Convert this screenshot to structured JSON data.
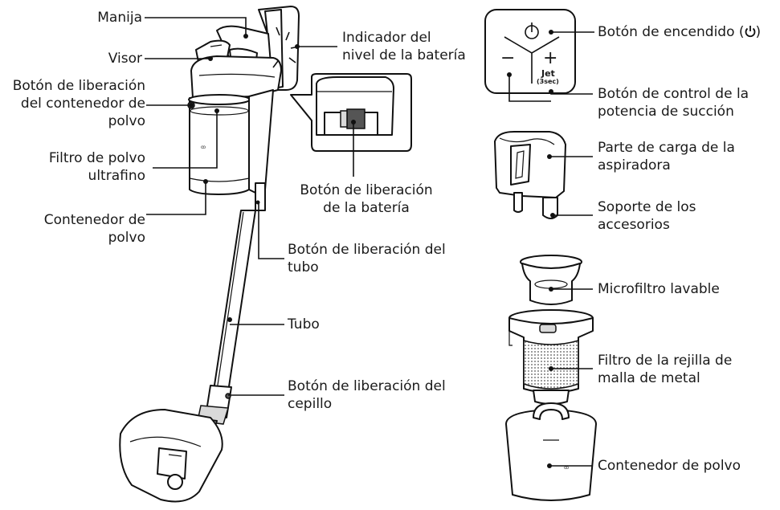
{
  "labels": {
    "manija": "Manija",
    "visor": "Visor",
    "boton_liberacion_contenedor": [
      "Botón de liberación",
      "del contenedor de",
      "polvo"
    ],
    "filtro_ultrafino": [
      "Filtro de polvo",
      "ultrafino"
    ],
    "contenedor_polvo_left": [
      "Contenedor de",
      "polvo"
    ],
    "indicador_bateria": [
      "Indicador del",
      "nivel de la batería"
    ],
    "boton_liberacion_bateria": [
      "Botón de liberación",
      "de la batería"
    ],
    "boton_liberacion_tubo": [
      "Botón de liberación del",
      "tubo"
    ],
    "tubo": "Tubo",
    "boton_liberacion_cepillo": [
      "Botón de liberación del",
      "cepillo"
    ],
    "boton_encendido": "Botón de encendido (",
    "boton_encendido_close": ")",
    "boton_control_potencia": [
      "Botón de control de la",
      "potencia de succión"
    ],
    "parte_carga": [
      "Parte de carga de la",
      "aspiradora"
    ],
    "soporte_accesorios": [
      "Soporte de los",
      "accesorios"
    ],
    "microfiltro": "Microfiltro lavable",
    "filtro_rejilla": [
      "Filtro de la rejilla de",
      "malla de metal"
    ],
    "contenedor_polvo_right": "Contenedor de polvo"
  },
  "panel": {
    "minus": "−",
    "plus": "+",
    "jet": "Jet",
    "jet_sub": "(3sec)"
  },
  "icons": {
    "power": "power-icon"
  }
}
